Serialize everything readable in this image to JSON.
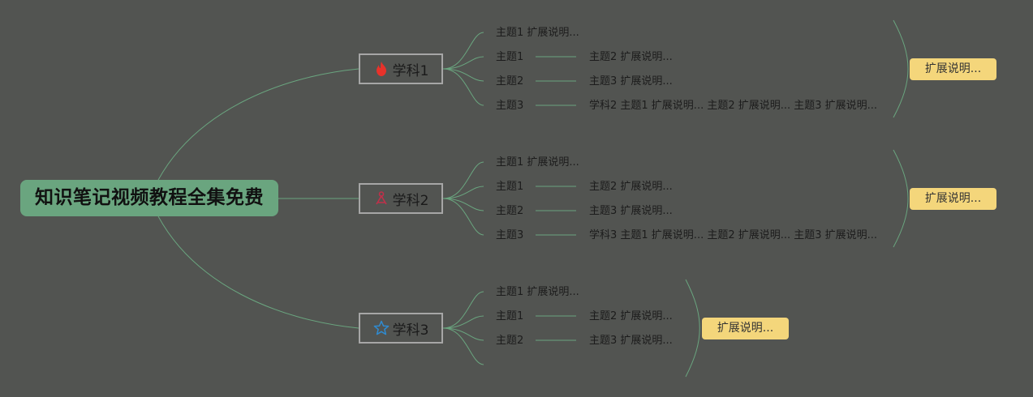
{
  "root": {
    "title": "知识笔记视频教程全集免费"
  },
  "colors": {
    "background": "#525451",
    "root_fill": "#6aa57f",
    "connector": "#6aa57f",
    "note_fill": "#f4d67b",
    "fire_icon": "#e8322a",
    "pins_icon": "#c0304a",
    "star_icon": "#2f8bd1"
  },
  "branches": [
    {
      "label": "学科1",
      "icon": "fire-icon",
      "first": "主题1 扩展说明...",
      "topics": [
        "主题1",
        "主题2",
        "主题3"
      ],
      "descriptions": [
        "主题2 扩展说明...",
        "主题3 扩展说明...",
        "学科2 主题1 扩展说明... 主题2 扩展说明... 主题3 扩展说明..."
      ],
      "note": "扩展说明..."
    },
    {
      "label": "学科2",
      "icon": "pins-icon",
      "first": "主题1 扩展说明...",
      "topics": [
        "主题1",
        "主题2",
        "主题3"
      ],
      "descriptions": [
        "主题2 扩展说明...",
        "主题3 扩展说明...",
        "学科3 主题1 扩展说明... 主题2 扩展说明... 主题3 扩展说明..."
      ],
      "note": "扩展说明..."
    },
    {
      "label": "学科3",
      "icon": "star-icon",
      "first": "主题1 扩展说明...",
      "topics": [
        "主题1",
        "主题2"
      ],
      "descriptions": [
        "主题2 扩展说明...",
        "主题3 扩展说明..."
      ],
      "note": "扩展说明..."
    }
  ]
}
